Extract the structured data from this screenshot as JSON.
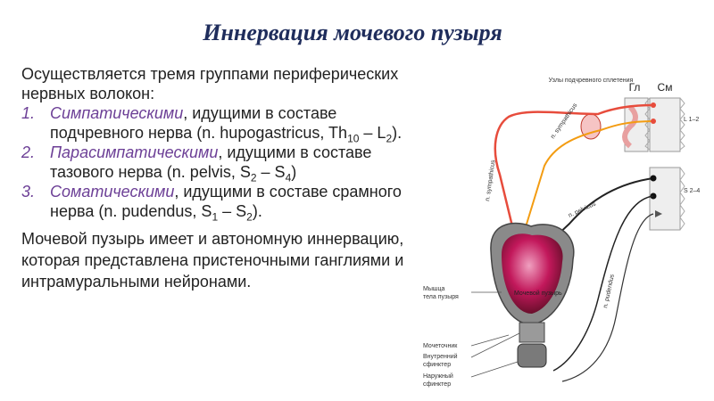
{
  "title": "Иннервация мочевого пузыря",
  "intro": "Осуществляется тремя группами периферических нервных волокон:",
  "items": [
    {
      "num": "1.",
      "term": "Симпатическими",
      "rest1": ", идущими в составе подчревного нерва (n. hupogastricus, Th",
      "sub1": "10",
      "rest2": " – L",
      "sub2": "2",
      "rest3": ")."
    },
    {
      "num": "2.",
      "term": "Парасимпатическими",
      "rest1": ", идущими в составе тазового нерва (n. pelvis, S",
      "sub1": "2",
      "rest2": " – S",
      "sub2": "4",
      "rest3": ")"
    },
    {
      "num": "3.",
      "term": "Соматическими",
      "rest1": ", идущими в составе срамного нерва (n. pudendus, S",
      "sub1": "1",
      "rest2": " – S",
      "sub2": "2",
      "rest3": ")."
    }
  ],
  "note": "Мочевой пузырь имеет и автономную иннервацию, которая представлена пристеночными ганглиями и интрамуральными нейронами.",
  "figure": {
    "ganglia_label": "Узлы подчревного сплетения",
    "gl_label": "Гл",
    "sm_label": "См",
    "seg_l": "L 1–2",
    "seg_s": "S 2–4",
    "nerve_symp_1": "n. sympathicus",
    "nerve_symp_2": "n. sympathicus",
    "nerve_pelvicus": "n. pelvicus",
    "nerve_pudendus": "n. pudendus",
    "bladder_label": "Мочевой пузырь",
    "muscle_label": "Мышца тела пузыря",
    "ureter_label": "Мочеточник",
    "inner_sphincter_label": "Внутренний сфинктер",
    "outer_sphincter_label": "Наружный сфинктер"
  }
}
